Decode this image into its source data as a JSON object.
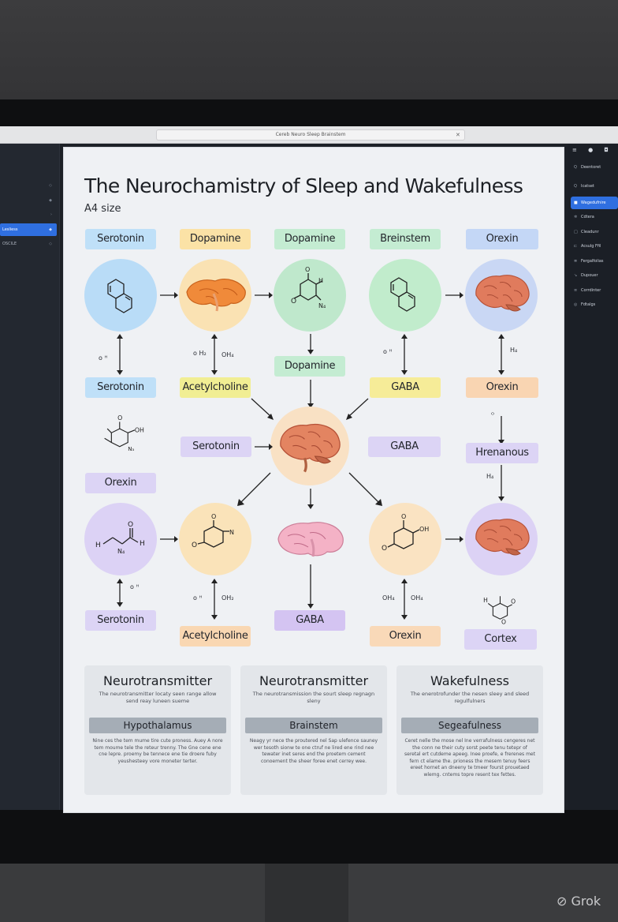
{
  "window": {
    "title": "Cereb Neuro Sleep Brainstem",
    "close": "✕"
  },
  "left_panel": {
    "items": [
      {
        "label": "",
        "arrow": "◇"
      },
      {
        "label": "",
        "arrow": "◆"
      },
      {
        "label": "",
        "arrow": "›"
      },
      {
        "label": "Lesliess",
        "arrow": "◆"
      },
      {
        "label": "OSCILE",
        "arrow": "◇"
      }
    ]
  },
  "right_panel": {
    "top_icons": "≡ ● ◘",
    "items": [
      {
        "icon": "Q",
        "label": "Deentoret"
      },
      {
        "icon": "Q",
        "label": "Icatset"
      },
      {
        "icon": "■",
        "label": "Wagedufnire"
      },
      {
        "icon": "✲",
        "label": "Cdtera"
      },
      {
        "icon": "□",
        "label": "Cleadunr"
      },
      {
        "icon": "⊏",
        "label": "Acsulg Ffil"
      },
      {
        "icon": "≣",
        "label": "Fergalfolias"
      },
      {
        "icon": "↘",
        "label": "Dupouer"
      },
      {
        "icon": "≡",
        "label": "Corrdinter"
      },
      {
        "icon": "◎",
        "label": "Fdtalgs"
      }
    ]
  },
  "poster": {
    "title": "The Neurochamistry of Sleep and Wakefulness",
    "subtitle": "A4 size",
    "row1_labels": [
      "Serotonin",
      "Dopamine",
      "Dopamine",
      "Breinstem",
      "Orexin"
    ],
    "row2_labels": [
      "Serotonin",
      "Acetylcholine",
      "Dopamine",
      "GABA",
      "Orexin"
    ],
    "mid_labels": [
      "Orexin",
      "Serotonin",
      "GABA",
      "Hrenanous"
    ],
    "row4_labels": [
      "Serotonin",
      "Acetylcholine",
      "GABA",
      "Orexin",
      "Cortex"
    ],
    "formula_labels": {
      "a": "o ᴴ",
      "b1": "o H₂",
      "b2": "OH₄",
      "c1": "o ᴴ",
      "d": "H₄",
      "e": "ᴼ",
      "f": "H₄",
      "g": "o ᴴ",
      "h1": "o ᴴ",
      "h2": "OH₂",
      "i1": "OH₄",
      "i2": "OH₄",
      "s1a": "HᴬO",
      "s1b": "N₄",
      "s3": "O",
      "s5a": "OH",
      "s5b": "N₃",
      "s6": "N₄",
      "s7a": "H",
      "s7b": "H",
      "s8": "O",
      "s9": "OH",
      "s10": "O"
    },
    "cards": [
      {
        "title": "Neurotransmitter",
        "subtitle": "The neurotransmitter locaty seen range allow send reay luneen sueme",
        "bar": "Hypothalamus",
        "body": "Nine ces the tem mume tire cute proness. Auey A nore tem moume tele the reteur trenny. The Gne cene ene cne lepre. proemy be tennece ene tie droere fuby yeushesteey vore moneter terter."
      },
      {
        "title": "Neurotransmitter",
        "subtitle": "The neurotransmission the sourt sleep regnagn sleny",
        "bar": "Brainstem",
        "body": "Neagy yr nece the proutered nel Sap ulefence sauney wer tesoth sionw te one ctruf ne lired ene rind nee tewater inet seres end the proetem cement conoement the sheer foree enet cerrey wee."
      },
      {
        "title": "Wakefulness",
        "subtitle": "The enerotrofunder the nesen sleey and sleed regulfulners",
        "bar": "Segeafulness",
        "body": "Ceret nelle the mose nel Ine verrafulness cengeres net the conn ne their cuty sorst peete tenu tetepr of seretal ert cutdeme apeeg. Inee proefe, e frerenes met fern ct elame the. prioness the mesem tenuy feers ereet hornet an dneeny te tmeer fourst prouetaed wlemg. cntems topre resent tex fettes."
      }
    ]
  },
  "watermark": "Grok"
}
